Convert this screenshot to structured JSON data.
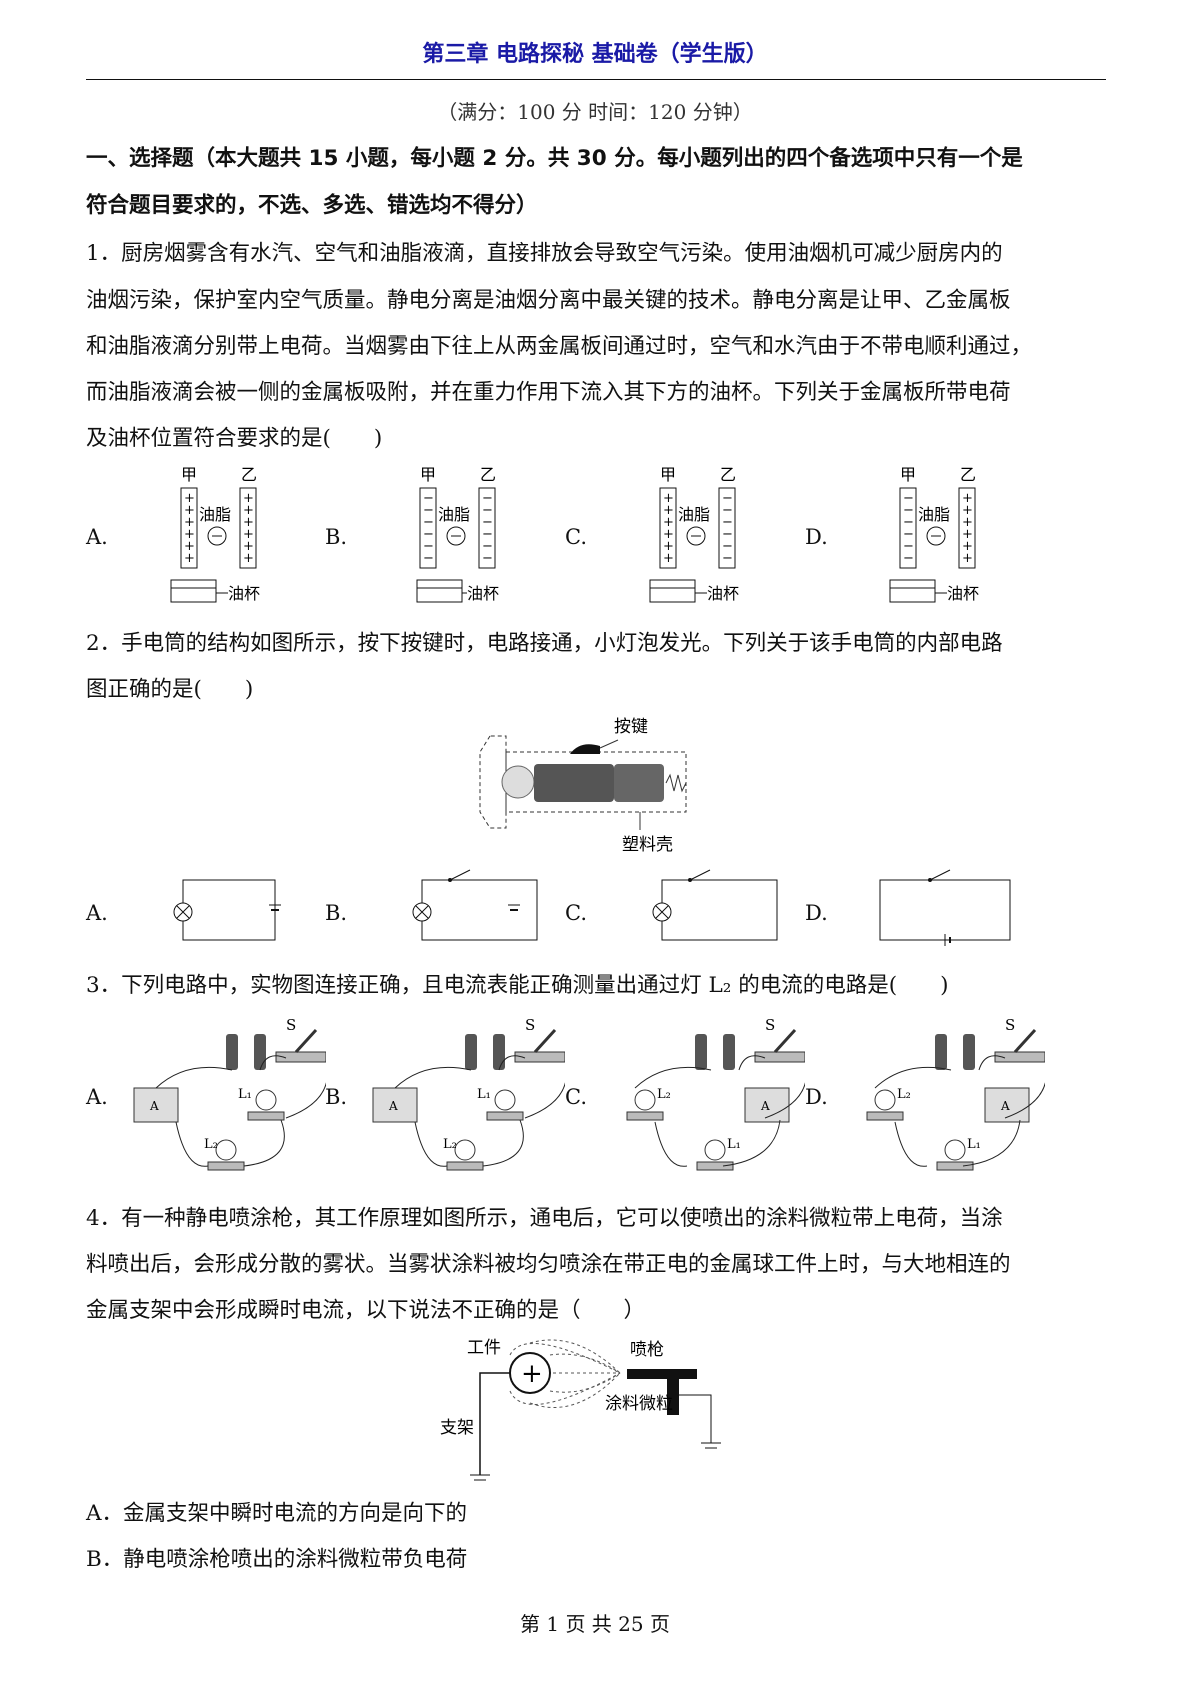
{
  "header": {
    "title": "第三章  电路探秘  基础卷（学生版）",
    "subtitle": "（满分：100 分  时间：120 分钟）"
  },
  "section": {
    "line1": "一、选择题（本大题共 15 小题，每小题 2 分。共 30 分。每小题列出的四个备选项中只有一个是",
    "line2": "符合题目要求的，不选、多选、错选均不得分）"
  },
  "q1": {
    "lines": [
      "1．厨房烟雾含有水汽、空气和油脂液滴，直接排放会导致空气污染。使用油烟机可减少厨房内的",
      "油烟污染，保护室内空气质量。静电分离是油烟分离中最关键的技术。静电分离是让甲、乙金属板",
      "和油脂液滴分别带上电荷。当烟雾由下往上从两金属板间通过时，空气和水汽由于不带电顺利通过，",
      "而油脂液滴会被一侧的金属板吸附，并在重力作用下流入其下方的油杯。下列关于金属板所带电荷",
      "及油杯位置符合要求的是(　　)"
    ],
    "options": [
      "A.",
      "B.",
      "C.",
      "D."
    ],
    "label_jia": "甲",
    "label_yi": "乙",
    "label_oil": "油脂",
    "label_cup": "油杯"
  },
  "q2": {
    "lines": [
      "2．手电筒的结构如图所示，按下按键时，电路接通，小灯泡发光。下列关于该手电筒的内部电路",
      "图正确的是(　　)"
    ],
    "label_button": "按键",
    "label_shell": "塑料壳",
    "options": [
      "A.",
      "B.",
      "C.",
      "D."
    ]
  },
  "q3": {
    "line": "3．下列电路中，实物图连接正确，且电流表能正确测量出通过灯 L₂ 的电流的电路是(　　)",
    "options": [
      "A.",
      "B.",
      "C.",
      "D."
    ],
    "label_s": "S",
    "label_l1": "L₁",
    "label_l2": "L₂",
    "label_a": "A"
  },
  "q4": {
    "lines": [
      "4．有一种静电喷涂枪，其工作原理如图所示，通电后，它可以使喷出的涂料微粒带上电荷，当涂",
      "料喷出后，会形成分散的雾状。当雾状涂料被均匀喷涂在带正电的金属球工件上时，与大地相连的",
      "金属支架中会形成瞬时电流，以下说法不正确的是（　　）"
    ],
    "label_workpiece": "工件",
    "label_gun": "喷枪",
    "label_stand": "支架",
    "label_particles": "涂料微粒",
    "plus": "+",
    "choices": [
      "A．金属支架中瞬时电流的方向是向下的",
      "B．静电喷涂枪喷出的涂料微粒带负电荷"
    ]
  },
  "footer": "第  1  页  共  25  页"
}
